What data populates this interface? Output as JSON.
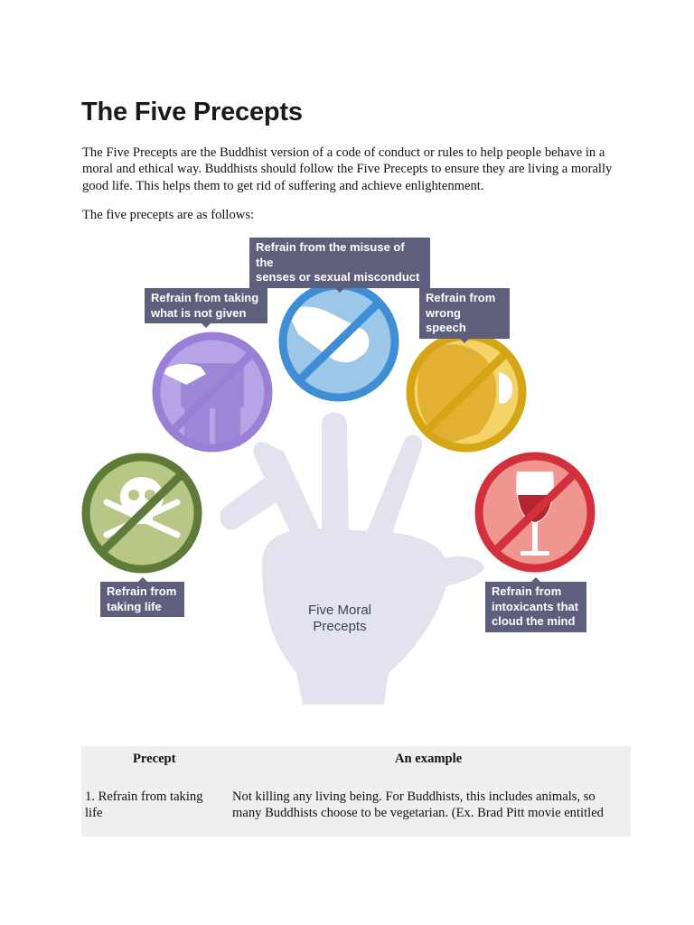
{
  "document": {
    "title": "The Five Precepts",
    "intro": "The Five Precepts are the Buddhist version of a code of conduct or rules to help people behave in a moral and ethical way. Buddhists should follow the Five Precepts to ensure they are living a morally good life. This helps them to get rid of suffering and achieve enlightenment.",
    "lead": "The five precepts are as follows:"
  },
  "infographic": {
    "center_label_line1": "Five Moral",
    "center_label_line2": "Precepts",
    "labels": {
      "misuse_line1": "Refrain from the misuse of the",
      "misuse_line2": "senses or sexual misconduct",
      "taking_line1": "Refrain from taking",
      "taking_line2": "what is not given",
      "speech_line1": "Refrain from",
      "speech_line2": "wrong speech",
      "life_line1": "Refrain from",
      "life_line2": "taking life",
      "intox_line1": "Refrain from",
      "intox_line2": "intoxicants that",
      "intox_line3": "cloud the mind"
    },
    "colors": {
      "label_bg": "#5d5f7c",
      "hand": "#e3e3ef",
      "blue": "#3e8ed6",
      "purple": "#9b7fd6",
      "gold": "#d4a514",
      "green": "#5e7b3a",
      "red": "#d2313c"
    }
  },
  "table": {
    "headers": [
      "Precept",
      "An example"
    ],
    "rows": [
      {
        "precept_line1": "1. Refrain from taking",
        "precept_line2": "life",
        "example_line1": "Not killing any living being. For Buddhists, this includes animals, so",
        "example_line2": "many Buddhists choose to be vegetarian. (Ex. Brad Pitt movie entitled"
      }
    ]
  }
}
